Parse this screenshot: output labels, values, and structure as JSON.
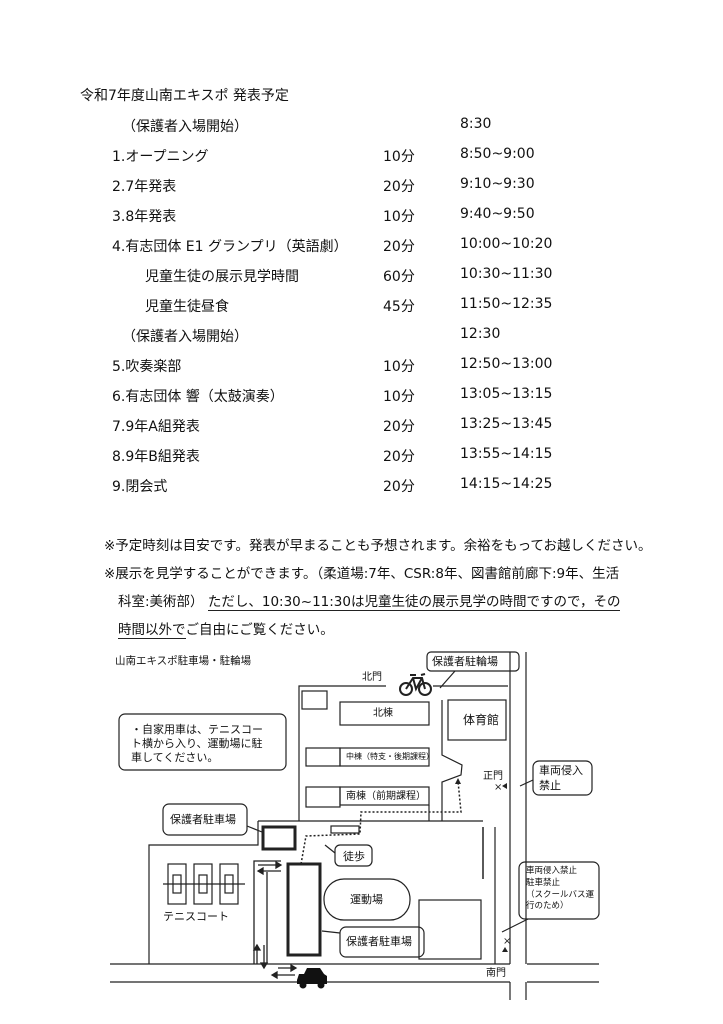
{
  "title": "令和7年度山南エキスポ 発表予定",
  "schedule": [
    {
      "label": "（保護者入場開始）",
      "duration": "",
      "time": "8:30",
      "indent": "paren"
    },
    {
      "label": "1.オープニング",
      "duration": "10分",
      "time": "8:50~9:00",
      "indent": "item"
    },
    {
      "label": "2.7年発表",
      "duration": "20分",
      "time": "9:10~9:30",
      "indent": "item"
    },
    {
      "label": "3.8年発表",
      "duration": "10分",
      "time": "9:40~9:50",
      "indent": "item"
    },
    {
      "label": "4.有志団体 E1 グランプリ（英語劇）",
      "duration": "20分",
      "time": "10:00~10:20",
      "indent": "item"
    },
    {
      "label": "児童生徒の展示見学時間",
      "duration": "60分",
      "time": "10:30~11:30",
      "indent": "sub"
    },
    {
      "label": "児童生徒昼食",
      "duration": "45分",
      "time": "11:50~12:35",
      "indent": "sub"
    },
    {
      "label": "（保護者入場開始）",
      "duration": "",
      "time": "12:30",
      "indent": "paren"
    },
    {
      "label": "5.吹奏楽部",
      "duration": "10分",
      "time": "12:50~13:00",
      "indent": "item"
    },
    {
      "label": "6.有志団体 響（太鼓演奏）",
      "duration": "10分",
      "time": "13:05~13:15",
      "indent": "item"
    },
    {
      "label": "7.9年A組発表",
      "duration": "20分",
      "time": "13:25~13:45",
      "indent": "item"
    },
    {
      "label": "8.9年B組発表",
      "duration": "20分",
      "time": "13:55~14:15",
      "indent": "item"
    },
    {
      "label": "9.閉会式",
      "duration": "20分",
      "time": "14:15~14:25",
      "indent": "item"
    }
  ],
  "notes": {
    "n1": "※予定時刻は目安です。発表が早まることも予想されます。余裕をもってお越しください。",
    "n2a": "※展示を見学することができます。（柔道場:7年、CSR:8年、図書館前廊下:9年、生活",
    "n2b_plain": "科室:美術部）",
    "n2b_ul": "ただし、10:30~11:30は児童生徒の展示見学の時間ですので，その",
    "n2c_ul": "時間以外で",
    "n2c_plain": "ご自由にご覧ください。"
  },
  "map": {
    "title": "山南エキスポ駐車場・駐輪場",
    "north_gate": "北門",
    "main_gate": "正門",
    "south_gate": "南門",
    "bike_parking": "保護者駐輪場",
    "north_bldg": "北棟",
    "middle_bldg": "中棟（特支・後期課程）",
    "south_bldg": "南棟（前期課程）",
    "gym": "体育館",
    "ground": "運動場",
    "tennis": "テニスコート",
    "walk": "徒歩",
    "parking_small": "保護者駐車場",
    "parking_big": "保護者駐車場",
    "private_car_note": [
      "・自家用車は、テニスコー",
      "ト横から入り、運動場に駐",
      "車してください。"
    ],
    "no_entry": [
      "車両侵入",
      "禁止"
    ],
    "no_entry_south": [
      "車両侵入禁止",
      "駐車禁止",
      "（スクールバス運",
      "行のため）"
    ]
  }
}
